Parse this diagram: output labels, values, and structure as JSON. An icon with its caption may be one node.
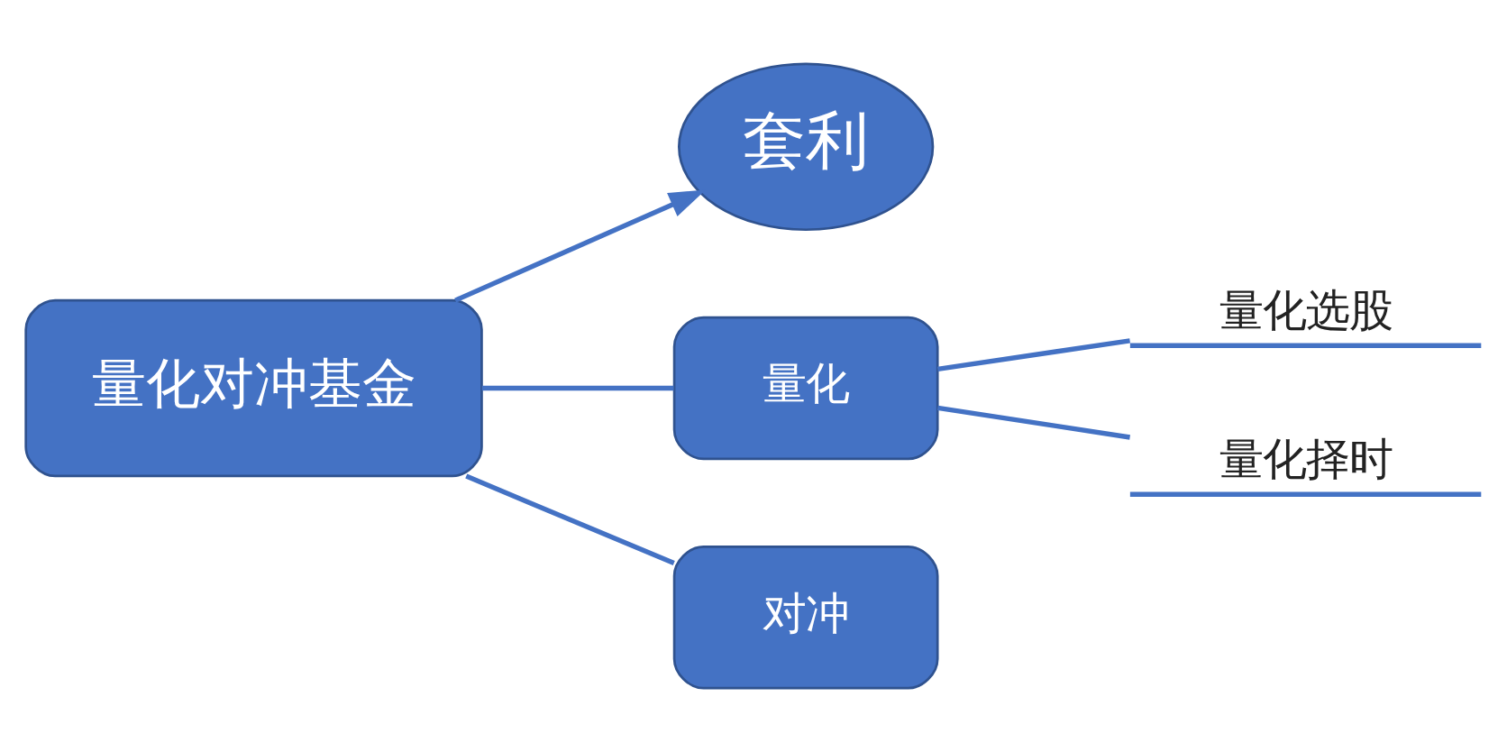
{
  "diagram": {
    "nodes": [
      {
        "text": [
          "量化对冲基金"
        ]
      },
      {
        "text": [
          "套利"
        ]
      },
      {
        "text": [
          "量化"
        ]
      },
      {
        "text": [
          "对冲"
        ]
      },
      {
        "text": [
          "量化选股"
        ]
      },
      {
        "text": [
          "量化择时"
        ]
      }
    ],
    "edges": [
      {
        "from": 0,
        "to": 1,
        "arrow": "to"
      },
      {
        "from": 0,
        "to": 2,
        "arrow": "none"
      },
      {
        "from": 0,
        "to": 3,
        "arrow": "none"
      },
      {
        "from": 2,
        "to": 4,
        "arrow": "none"
      },
      {
        "from": 2,
        "to": 5,
        "arrow": "none"
      }
    ]
  }
}
